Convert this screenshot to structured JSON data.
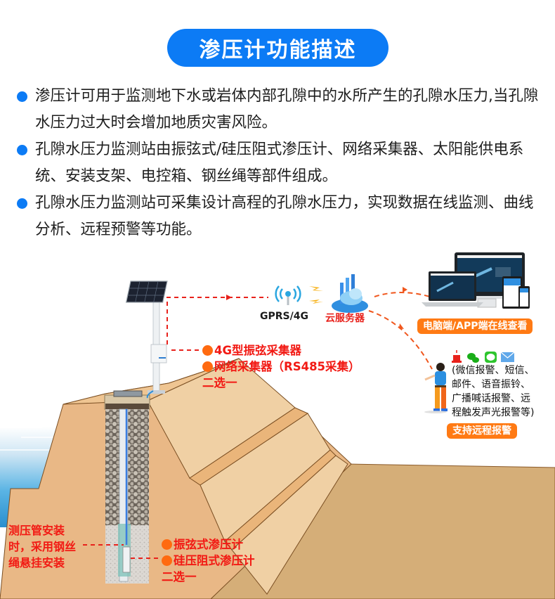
{
  "title": "渗压计功能描述",
  "colors": {
    "accent_blue": "#0c7bf5",
    "label_red": "#f21a14",
    "badge_orange": "#ff7a14",
    "dot_orange": "#ff6a10",
    "soil_light": "#efcfa3",
    "soil_mid": "#e9b886",
    "soil_dark": "#d5ae78",
    "water_blue": "#3aa0d8"
  },
  "bullets": [
    {
      "icon": "bullet-dot-icon",
      "text": "渗压计可用于监测地下水或岩体内部孔隙中的水所产生的孔隙水压力,当孔隙水压力过大时会增加地质灾害风险。"
    },
    {
      "icon": "bullet-dot-icon",
      "text": "孔隙水压力监测站由振弦式/硅压阻式渗压计、网络采集器、太阳能供电系统、安装支架、电控箱、钢丝绳等部件组成。"
    },
    {
      "icon": "bullet-dot-icon",
      "text": "孔隙水压力监测站可采集设计高程的孔隙水压力，实现数据在线监测、曲线分析、远程预警等功能。"
    }
  ],
  "diagram": {
    "network": {
      "gprs_label": "GPRS/4G",
      "gprs_icon": "antenna-signal-icon",
      "cloud_label": "云服务器",
      "cloud_icon": "cloud-server-icon"
    },
    "devices": {
      "icon": "computer-tablet-phone-icon",
      "badge": "电脑端/APP端在线查看"
    },
    "alarm": {
      "icons": [
        "siren-icon",
        "wechat-icon",
        "message-icon",
        "mail-icon"
      ],
      "person_icon": "person-on-phone-icon",
      "lines": [
        "(微信报警、短信、",
        "邮件、语音振铃、",
        "广播喊话报警、远",
        "程触发声光报警等)"
      ],
      "badge": "支持远程报警"
    },
    "collector": {
      "solar_icon": "solar-panel-icon",
      "option1": "4G型振弦采集器",
      "option2": "网络采集器（RS485采集）",
      "choose": "二选一"
    },
    "sensor": {
      "option1": "振弦式渗压计",
      "option2": "硅压阻式渗压计",
      "choose": "二选一"
    },
    "install_note": "测压管安装时，采用钢丝绳悬挂安装"
  }
}
